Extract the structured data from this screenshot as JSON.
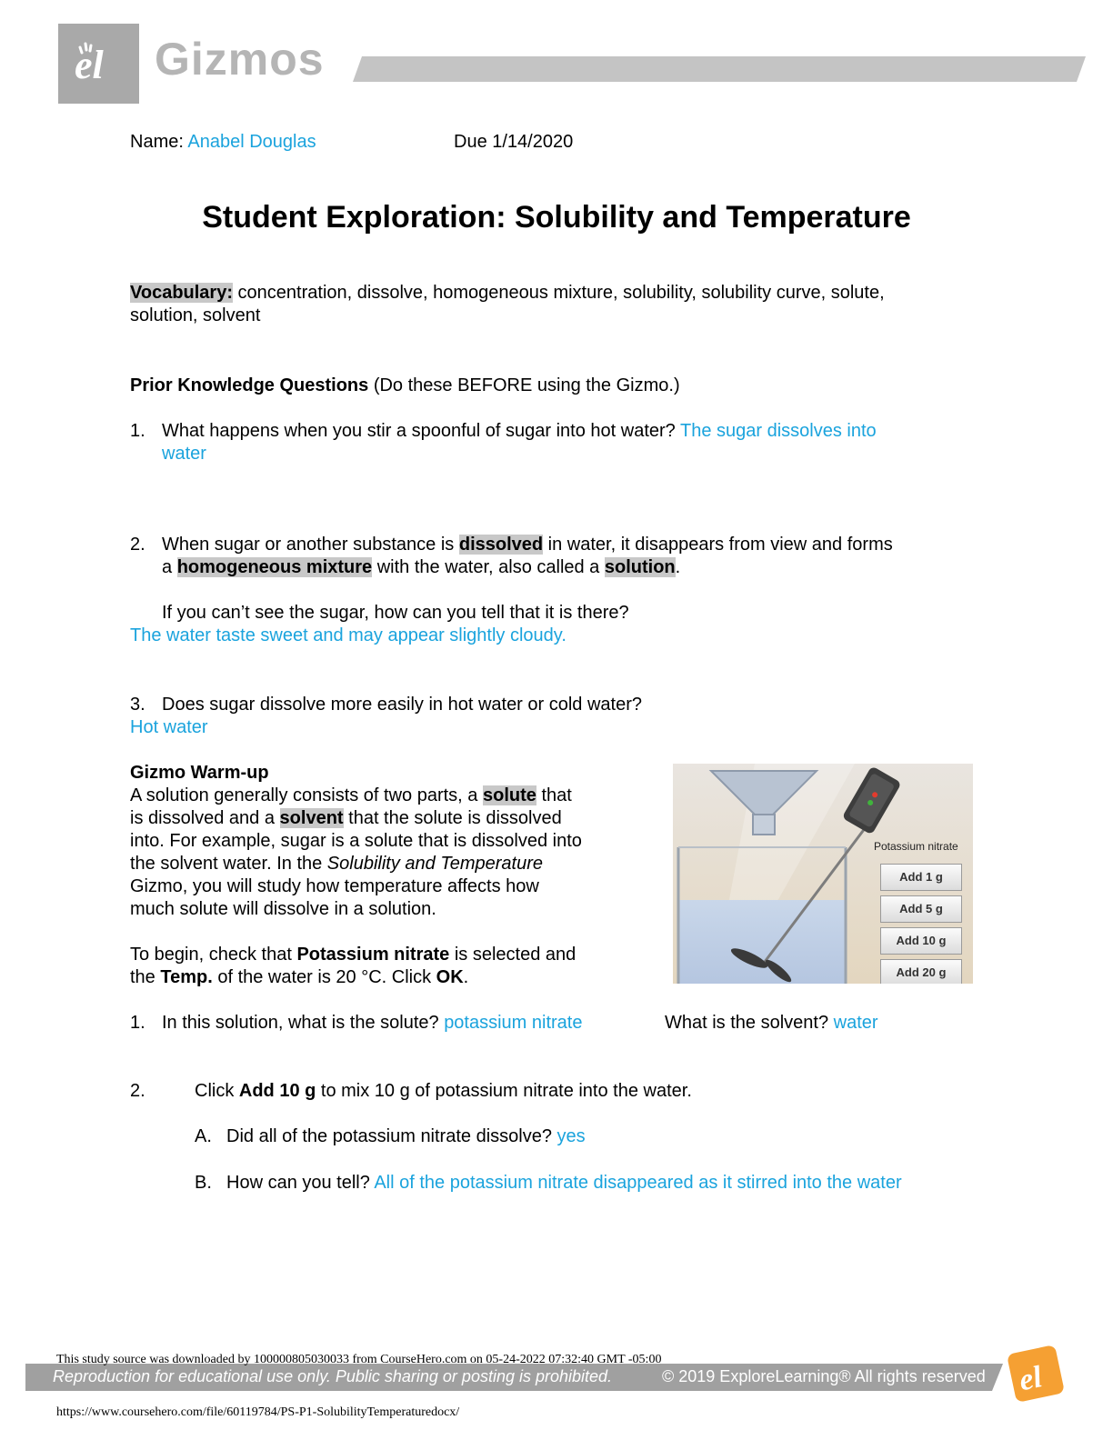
{
  "header": {
    "brand": "Gizmos",
    "logo_icon": "explorelearning-el-icon",
    "bar_color": "#c4c4c4"
  },
  "meta": {
    "name_label": "Name:",
    "name_value": "Anabel Douglas",
    "due_label": "Due 1/14/2020"
  },
  "title": "Student Exploration: Solubility and Temperature",
  "vocabulary": {
    "label": "Vocabulary:",
    "line1": " concentration, dissolve, homogeneous mixture, solubility, solubility curve, solute,",
    "line2": "solution, solvent"
  },
  "prior": {
    "heading": "Prior Knowledge Questions",
    "heading_note": " (Do these BEFORE using the Gizmo.)",
    "q1": {
      "num": "1.",
      "question": "What happens when you stir a spoonful of sugar into hot water? ",
      "answer_line1": "The sugar dissolves into",
      "answer_line2": "water"
    },
    "q2": {
      "num": "2.",
      "t1": "When sugar or another substance is ",
      "term1": "dissolved",
      "t2": " in water, it disappears from view and forms",
      "t3": "a ",
      "term2": "homogeneous mixture",
      "t4": " with the water, also called a ",
      "term3": "solution",
      "t5": ".",
      "followup": "If you can’t see the sugar, how can you tell that it is there?",
      "answer": "The water taste sweet and may appear slightly cloudy."
    },
    "q3": {
      "num": "3.",
      "question": "Does sugar dissolve more easily in hot water or cold water?",
      "answer": "Hot water"
    }
  },
  "warmup": {
    "heading": "Gizmo Warm-up",
    "p1": {
      "a": "A solution generally consists of two parts, a ",
      "term_solute": "solute",
      "b": " that",
      "c": "is dissolved and a ",
      "term_solvent": "solvent",
      "d": " that the solute is dissolved",
      "e": "into. For example, sugar is a solute that is dissolved into",
      "f": "the solvent water. In the ",
      "f_italic": "Solubility and Temperature",
      "g": "Gizmo, you will study how temperature affects how",
      "h": "much solute will dissolve in a solution."
    },
    "p2": {
      "a": "To begin, check that ",
      "b_bold": "Potassium nitrate",
      "c": " is selected and",
      "d": "the ",
      "e_bold": "Temp.",
      "f": " of the water is 20 °C. Click ",
      "g_bold": "OK",
      "h": "."
    },
    "gizmo_image": {
      "label": "Potassium nitrate",
      "buttons": [
        "Add 1 g",
        "Add 5 g",
        "Add 10 g",
        "Add 20 g"
      ]
    },
    "q1": {
      "num": "1.",
      "question": "In this solution, what is the solute? ",
      "answer": "potassium nitrate",
      "question2": "What is the solvent? ",
      "answer2": "water"
    },
    "q2": {
      "num": "2.",
      "a": "Click ",
      "b_bold": "Add 10 g",
      "c": " to mix 10 g of potassium nitrate into the water.",
      "A_label": "A.",
      "A_question": "Did all of the potassium nitrate dissolve? ",
      "A_answer": "yes",
      "B_label": "B.",
      "B_question": "How can you tell? ",
      "B_answer": "All of the potassium nitrate disappeared as it stirred into the water"
    }
  },
  "footer": {
    "study_source": "This study source was downloaded by 100000805030033 from CourseHero.com on 05-24-2022 07:32:40 GMT -05:00",
    "left_text": "Reproduction for educational use only. Public sharing or posting is prohibited.",
    "right_text": "© 2019 ExploreLearning® All rights reserved",
    "url": "https://www.coursehero.com/file/60119784/PS-P1-SolubilityTemperaturedocx/",
    "logo_color": "#f5a033"
  }
}
